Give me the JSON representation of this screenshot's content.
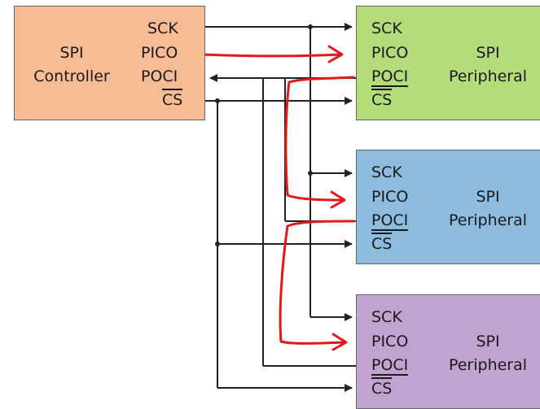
{
  "colors": {
    "controller": "#F7BC94",
    "peripheral_1": "#B5DC7A",
    "peripheral_2": "#8DBCDE",
    "peripheral_3": "#C0A3CF",
    "wire": "#222222",
    "data_path": "#E11919"
  },
  "controller": {
    "name_line1": "SPI",
    "name_line2": "Controller",
    "pins": {
      "sck": "SCK",
      "pico": "PICO",
      "poci": "POCI",
      "cs": "CS"
    }
  },
  "peripherals": [
    {
      "name_line1": "SPI",
      "name_line2": "Peripheral",
      "pins": {
        "sck": "SCK",
        "pico": "PICO",
        "poci": "POCI",
        "cs": "CS"
      }
    },
    {
      "name_line1": "SPI",
      "name_line2": "Peripheral",
      "pins": {
        "sck": "SCK",
        "pico": "PICO",
        "poci": "POCI",
        "cs": "CS"
      }
    },
    {
      "name_line1": "SPI",
      "name_line2": "Peripheral",
      "pins": {
        "sck": "SCK",
        "pico": "PICO",
        "poci": "POCI",
        "cs": "CS"
      }
    }
  ]
}
